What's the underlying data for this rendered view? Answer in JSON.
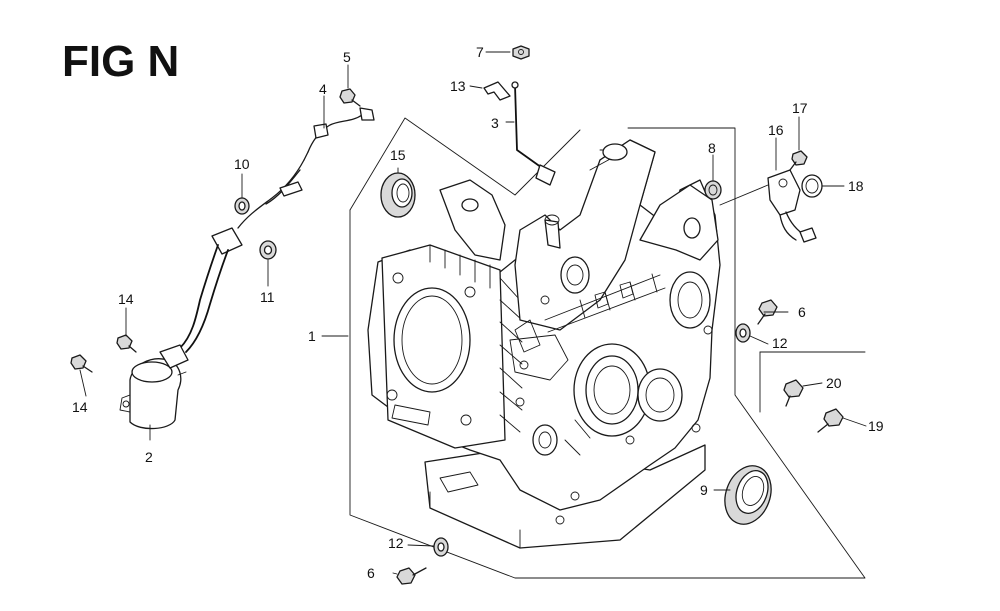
{
  "figure": {
    "title": "FIG N"
  },
  "callouts": [
    {
      "id": "c1",
      "text": "1"
    },
    {
      "id": "c2",
      "text": "2"
    },
    {
      "id": "c3",
      "text": "3"
    },
    {
      "id": "c4",
      "text": "4"
    },
    {
      "id": "c5",
      "text": "5"
    },
    {
      "id": "c6a",
      "text": "6"
    },
    {
      "id": "c6b",
      "text": "6"
    },
    {
      "id": "c7",
      "text": "7"
    },
    {
      "id": "c8a",
      "text": "8"
    },
    {
      "id": "c9",
      "text": "9"
    },
    {
      "id": "c10",
      "text": "10"
    },
    {
      "id": "c11",
      "text": "11"
    },
    {
      "id": "c12a",
      "text": "12"
    },
    {
      "id": "c12b",
      "text": "12"
    },
    {
      "id": "c13",
      "text": "13"
    },
    {
      "id": "c14a",
      "text": "14"
    },
    {
      "id": "c14b",
      "text": "14"
    },
    {
      "id": "c15",
      "text": "15"
    },
    {
      "id": "c16",
      "text": "16"
    },
    {
      "id": "c17",
      "text": "17"
    },
    {
      "id": "c18",
      "text": "18"
    },
    {
      "id": "c19",
      "text": "19"
    },
    {
      "id": "c20",
      "text": "20"
    }
  ]
}
